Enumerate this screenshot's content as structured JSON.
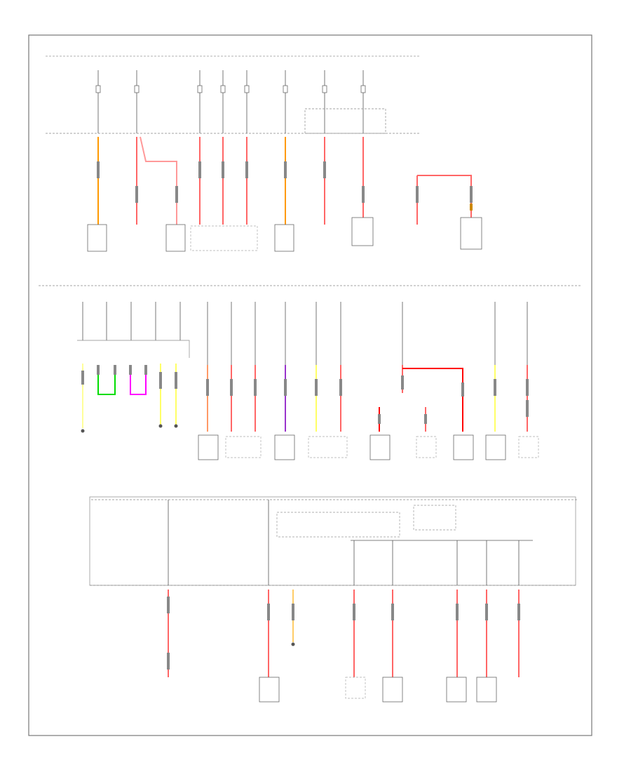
{
  "colors": {
    "orange": "#ff9900",
    "red": "#ff0000",
    "pink": "#ff6666",
    "green": "#00dd00",
    "magenta": "#ff00ff",
    "yellow": "#ffff33",
    "violet": "#8800cc",
    "ground": "#666666",
    "bus": "#888888",
    "frame": "#777777"
  },
  "page": {
    "footer_code": "",
    "note": ""
  },
  "sections": [
    {
      "id": "upper",
      "labels": [],
      "components": []
    },
    {
      "id": "middle",
      "labels": [],
      "components": []
    },
    {
      "id": "lower",
      "labels": [],
      "components": []
    }
  ]
}
